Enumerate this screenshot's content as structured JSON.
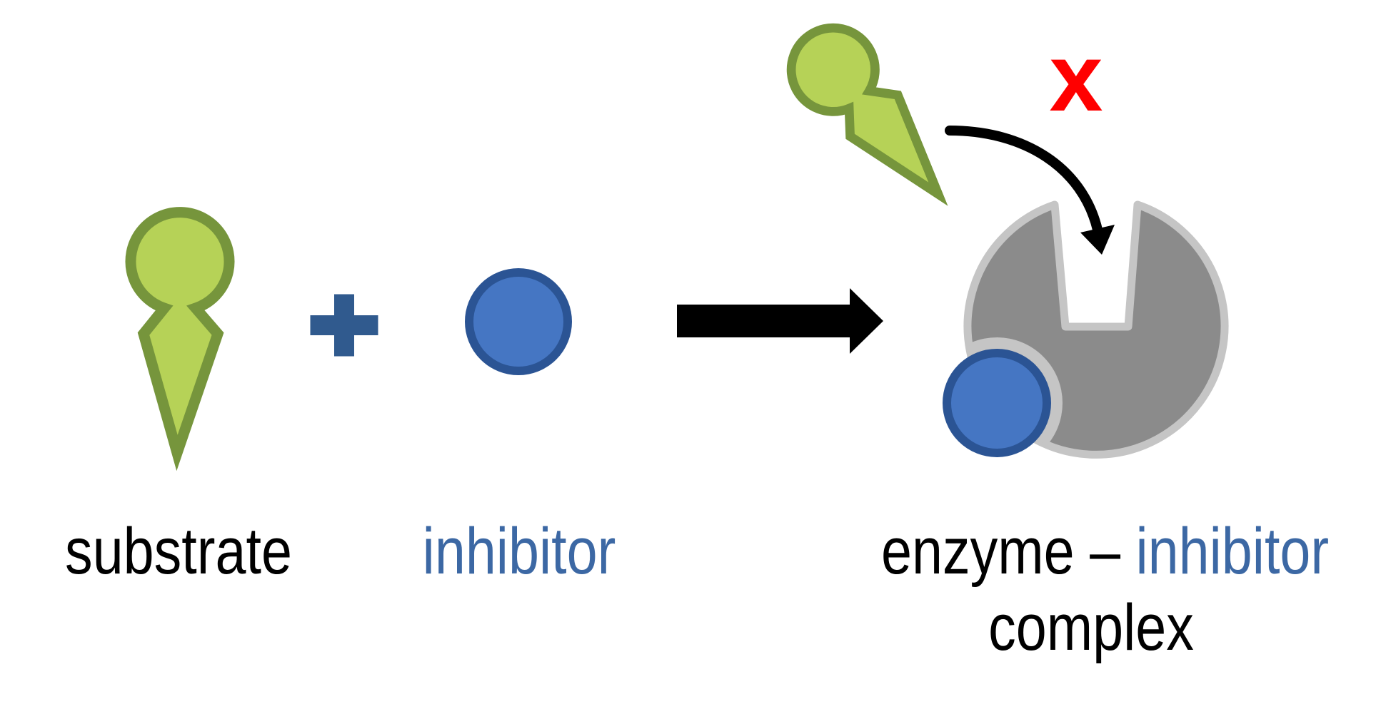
{
  "diagram": {
    "labels": {
      "substrate": "substrate",
      "inhibitor": "inhibitor",
      "complex_line1_black": "enzyme – ",
      "complex_line1_blue": "inhibitor",
      "complex_line2": "complex"
    },
    "marks": {
      "plus_sign": "+",
      "blocked_mark": "x"
    },
    "colors": {
      "background": "#ffffff",
      "substrate_fill": "#b6d257",
      "substrate_outline": "#76953c",
      "inhibitor_fill": "#4576c3",
      "inhibitor_outline": "#2b5494",
      "plus": "#305a8e",
      "enzyme_fill": "#8b8b8b",
      "enzyme_outline": "#c5c5c5",
      "arrow": "#000000",
      "blocked_x": "#ff0000",
      "label_black": "#000000",
      "label_blue": "#3c68a4"
    }
  }
}
